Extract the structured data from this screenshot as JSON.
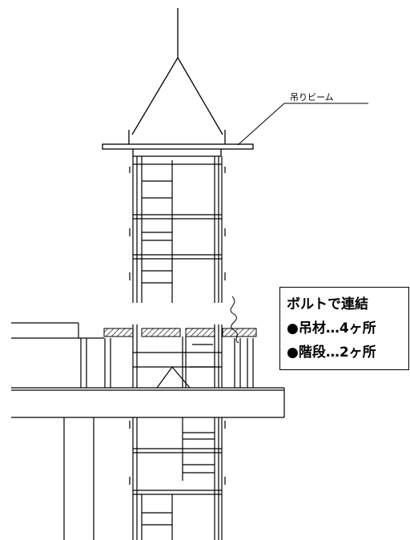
{
  "drawing": {
    "beam_label": "吊りビーム",
    "note": {
      "title": "ボルトで連結",
      "items": [
        "●吊材…4ヶ所",
        "●階段…2ヶ所"
      ]
    },
    "colors": {
      "line": "#000000",
      "hatch": "#000000",
      "background": "#ffffff"
    }
  }
}
